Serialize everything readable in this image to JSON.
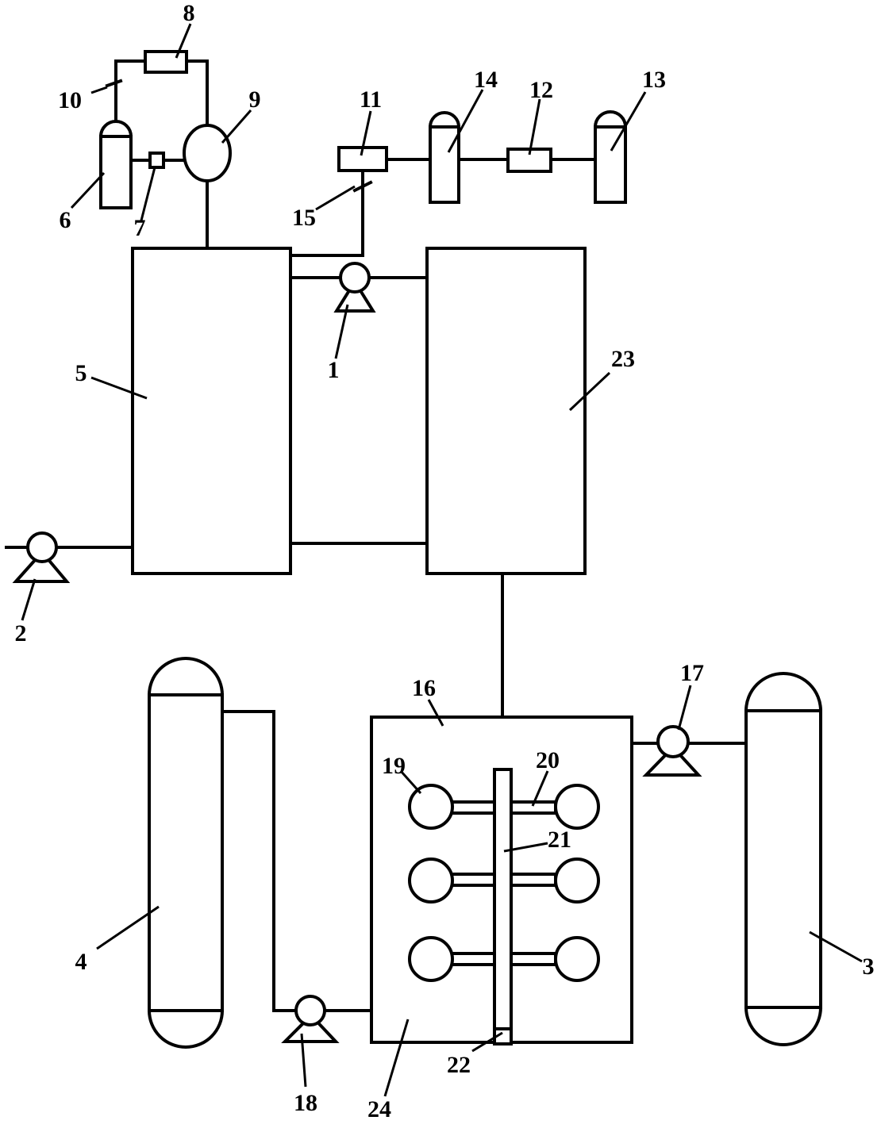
{
  "colors": {
    "line": "#000000",
    "background": "#ffffff"
  },
  "labels": {
    "n1": "1",
    "n2": "2",
    "n3": "3",
    "n4": "4",
    "n5": "5",
    "n6": "6",
    "n7": "7",
    "n8": "8",
    "n9": "9",
    "n10": "10",
    "n11": "11",
    "n12": "12",
    "n13": "13",
    "n14": "14",
    "n15": "15",
    "n16": "16",
    "n17": "17",
    "n18": "18",
    "n19": "19",
    "n20": "20",
    "n21": "21",
    "n22": "22",
    "n23": "23",
    "n24": "24"
  }
}
